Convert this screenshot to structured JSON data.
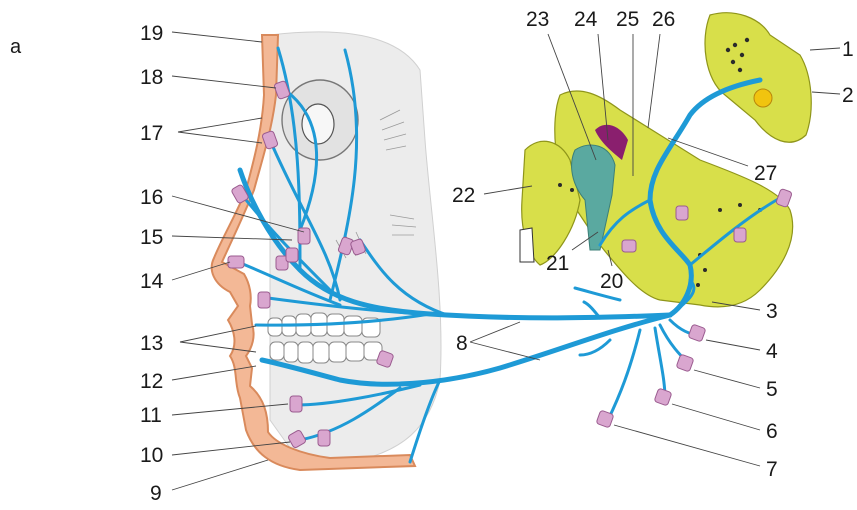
{
  "panel_label": "a",
  "callouts": {
    "n1": "1",
    "n2": "2",
    "n3": "3",
    "n4": "4",
    "n5": "5",
    "n6": "6",
    "n7": "7",
    "n8": "8",
    "n9": "9",
    "n10": "10",
    "n11": "11",
    "n12": "12",
    "n13": "13",
    "n14": "14",
    "n15": "15",
    "n16": "16",
    "n17": "17",
    "n18": "18",
    "n19": "19",
    "n20": "20",
    "n21": "21",
    "n22": "22",
    "n23": "23",
    "n24": "24",
    "n25": "25",
    "n26": "26",
    "n27": "27"
  },
  "colors": {
    "nerve": "#1e9ad6",
    "skin": "#f3b896",
    "skin_outline": "#d98a5c",
    "bone": "#d8df4a",
    "bone_dark": "#a9b01e",
    "muscle_label_pad": "#d9a6cf",
    "ganglion_purple": "#8a1f6e",
    "teal": "#5aa9a0",
    "face_shade": "#ececec"
  }
}
